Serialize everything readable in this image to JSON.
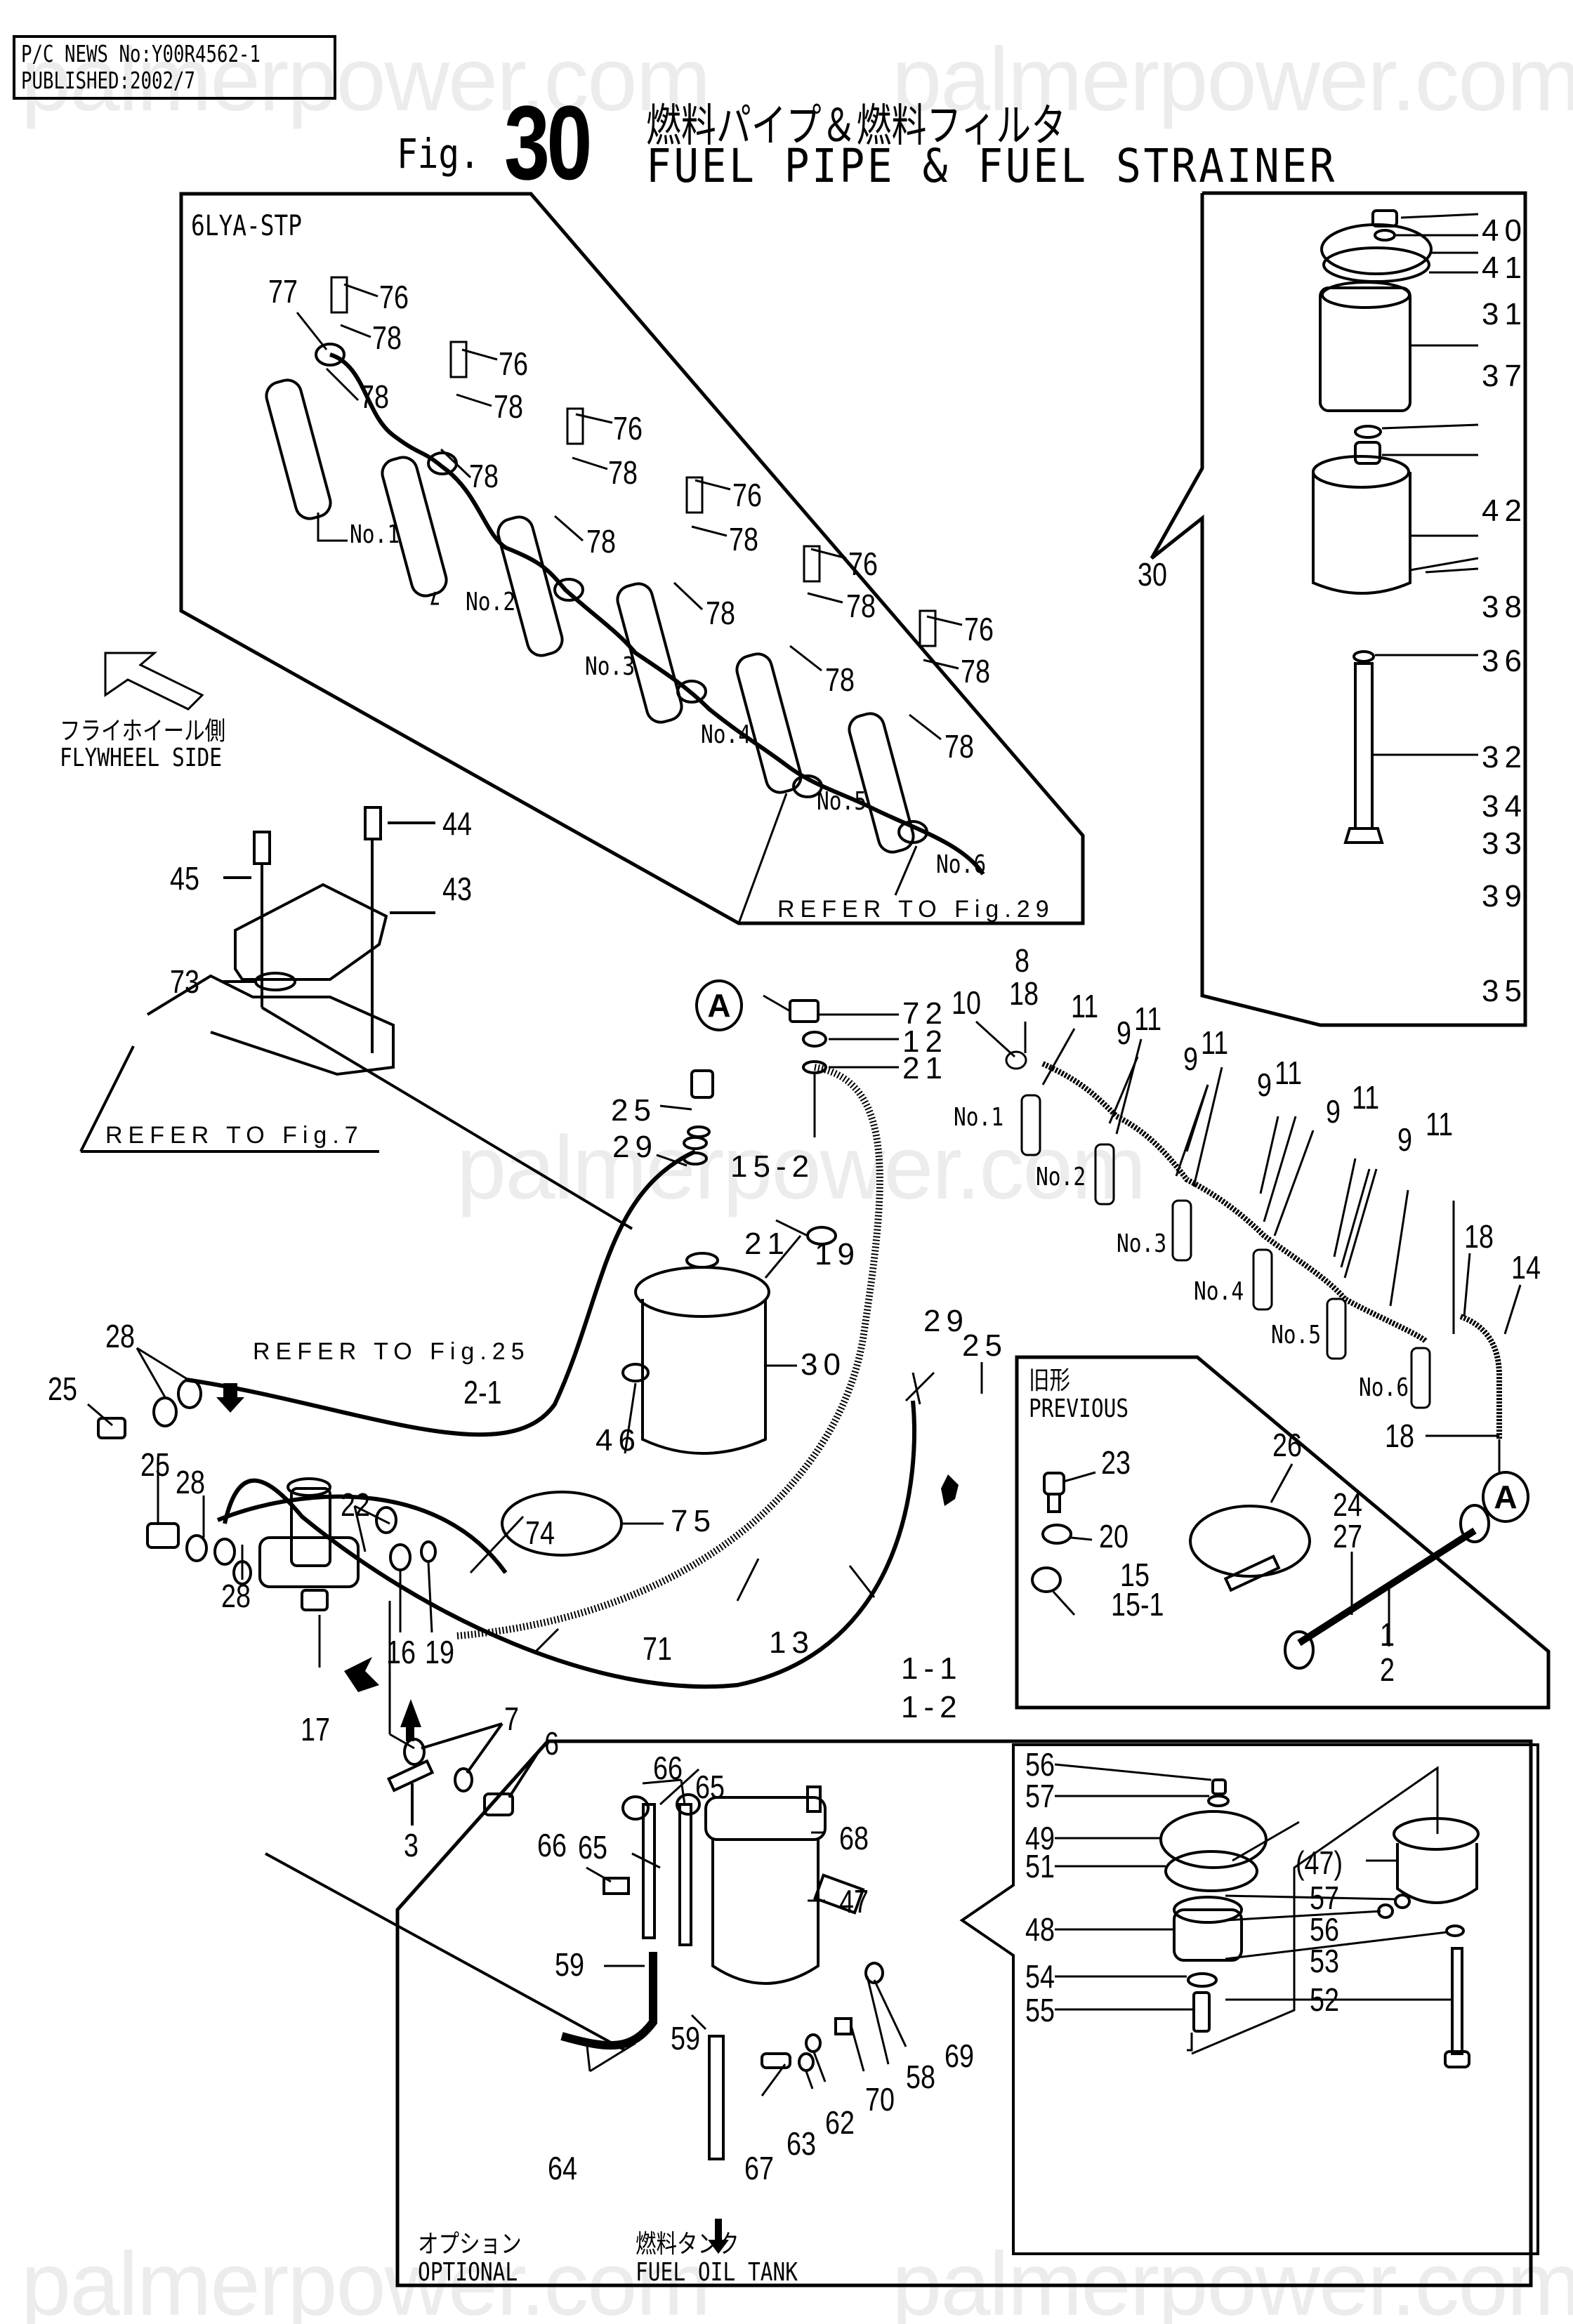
{
  "header": {
    "news_line1": "P/C NEWS No:Y00R4562-1",
    "news_line2": "PUBLISHED:2002/7",
    "fig_prefix": "Fig.",
    "fig_number": "30",
    "title_ja": "燃料パイプ＆燃料フィルタ",
    "title_en": "FUEL PIPE & FUEL STRAINER"
  },
  "watermark": "palmerpower.com",
  "panels": {
    "injector_panel": {
      "model_label": "6LYA-STP",
      "refer": "REFER TO Fig.29",
      "cylinders": [
        "No.1",
        "No.2",
        "No.3",
        "No.4",
        "No.5",
        "No.6"
      ],
      "callouts": [
        "77",
        "76",
        "78",
        "76",
        "78",
        "78",
        "76",
        "78",
        "78",
        "76",
        "78",
        "78",
        "76",
        "78",
        "78",
        "76",
        "78",
        "78"
      ]
    },
    "strainer_panel": {
      "callouts": [
        "40",
        "41",
        "31",
        "37",
        "42",
        "38",
        "36",
        "32",
        "34",
        "33",
        "39",
        "35"
      ],
      "pointer_label": "30"
    },
    "flywheel": {
      "label_ja": "フライホイール側",
      "label_en": "FLYWHEEL SIDE"
    },
    "bracket": {
      "callouts": [
        "45",
        "44",
        "43",
        "73"
      ],
      "refer": "REFER TO Fig.7"
    },
    "main": {
      "refer": "REFER TO Fig.25",
      "callouts": {
        "a_marker": "A",
        "c72": "72",
        "c12": "12",
        "c21a": "21",
        "c25a": "25",
        "c29a": "29",
        "c15_2": "15-2",
        "c21b": "21",
        "c19a": "19",
        "c30": "30",
        "c46": "46",
        "c29b": "29",
        "c25b": "25",
        "c75": "75",
        "c13": "13",
        "c1_1": "1-1",
        "c1_2": "1-2",
        "c2_1": "2-1",
        "c74": "74",
        "c71": "71",
        "c28a": "28",
        "c25c": "25",
        "c25d": "25",
        "c28b": "28",
        "c28c": "28",
        "c22": "22",
        "c16": "16",
        "c19b": "19",
        "c17": "17",
        "c7": "7",
        "c6": "6",
        "c3": "3"
      }
    },
    "leak_line": {
      "callouts": {
        "c8": "8",
        "c18a": "18",
        "c10": "10",
        "c11": "11",
        "c9": "9",
        "c14": "14",
        "c18b": "18",
        "c18c": "18"
      },
      "cylinders": [
        "No.1",
        "No.2",
        "No.3",
        "No.4",
        "No.5",
        "No.6"
      ],
      "a_marker": "A"
    },
    "previous_panel": {
      "label_ja": "旧形",
      "label_en": "PREVIOUS",
      "callouts": {
        "c23": "23",
        "c20": "20",
        "c15": "15",
        "c15_1": "15-1",
        "c26": "26",
        "c24": "24",
        "c27": "27",
        "c1": "1",
        "c2": "2"
      }
    },
    "optional_panel": {
      "label_ja": "オプション",
      "label_en": "OPTIONAL",
      "tank_ja": "燃料タンク",
      "tank_en": "FUEL OIL TANK",
      "callouts": {
        "c66a": "66",
        "c65a": "65",
        "c66b": "66",
        "c65b": "65",
        "c68": "68",
        "c47": "47",
        "c59a": "59",
        "c59b": "59",
        "c64": "64",
        "c67": "67",
        "c63": "63",
        "c62": "62",
        "c70": "70",
        "c58": "58",
        "c69": "69"
      }
    },
    "filter_detail": {
      "callouts": {
        "c56a": "56",
        "c57a": "57",
        "c49": "49",
        "c51": "51",
        "c48": "48",
        "c54": "54",
        "c55": "55",
        "c47p": "(47)",
        "c57b": "57",
        "c56b": "56",
        "c53": "53",
        "c52": "52"
      }
    }
  }
}
